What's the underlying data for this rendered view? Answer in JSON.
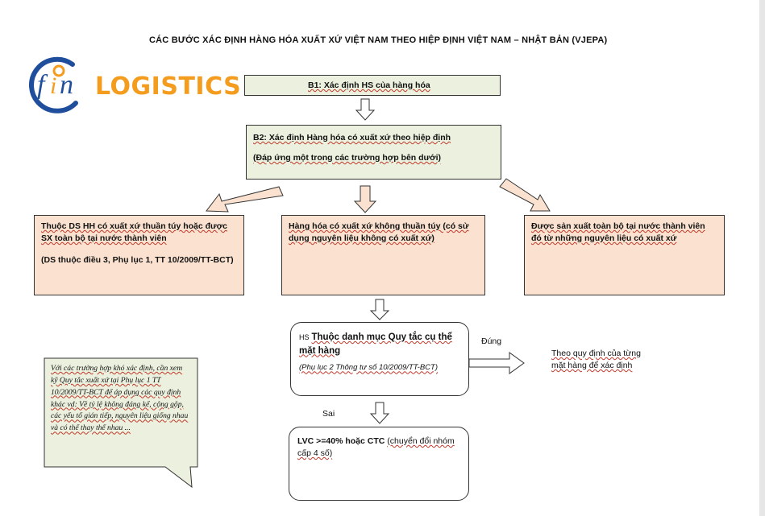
{
  "title": "CÁC BƯỚC XÁC ĐỊNH HÀNG HÓA XUẤT XỨ VIỆT NAM THEO  HIỆP ĐỊNH VIỆT NAM – NHẬT BẢN (VJEPA)",
  "logo": {
    "mark": "fin",
    "text": "LOGISTICS",
    "color": "#f39c1e",
    "ring_color": "#1f4e9c"
  },
  "step1": {
    "label": "B1: Xác định HS của hàng hóa"
  },
  "step2": {
    "line1": "B2: Xác định Hàng hóa có xuất xứ theo hiệp định",
    "line2": "(Đáp ứng một trong các trường hợp bên dưới)"
  },
  "case_left": {
    "line1": "Thuộc DS HH có xuất xứ thuần túy hoặc được SX toàn bộ tại nước thành viên",
    "line2": "(DS thuộc điều 3, Phụ lục 1, TT 10/2009/TT-BCT)"
  },
  "case_mid": {
    "text": "Hàng hóa có xuất xứ không thuần túy (có sử dụng nguyên liệu không có xuất xứ)"
  },
  "case_right": {
    "text": "Được sản xuất toàn bộ tại nước thành viên đó từ những nguyên liệu có xuất xứ"
  },
  "hs_box": {
    "prefix": "HS",
    "main": "Thuộc danh mục Quy tắc cụ thể mặt hàng",
    "ref": "(Phụ lục 2 Thông tư số 10/2009/TT-BCT)"
  },
  "label_yes": "Đúng",
  "label_no": "Sai",
  "yes_result": "Theo quy định của từng mặt hàng để xác định",
  "lvc_box": {
    "bold": "LVC >=40% hoặc CTC",
    "normal": "(chuyển đổi nhóm cấp 4 số)"
  },
  "note": "Với các trường hợp khó xác định, cần xem kỹ Quy tắc xuất xứ  tại Phụ lục 1 TT 10/2009/TT-BCT để áp dụng các quy định khác vd: Về tỷ lệ không đáng kể, cộng gộp, các yếu tố gián tiếp, nguyên liệu giống nhau và có thể thay thế nhau ...",
  "colors": {
    "green_box": "#ebf1de",
    "peach_box": "#fbe2d0",
    "note_fill": "#ebf1de"
  }
}
